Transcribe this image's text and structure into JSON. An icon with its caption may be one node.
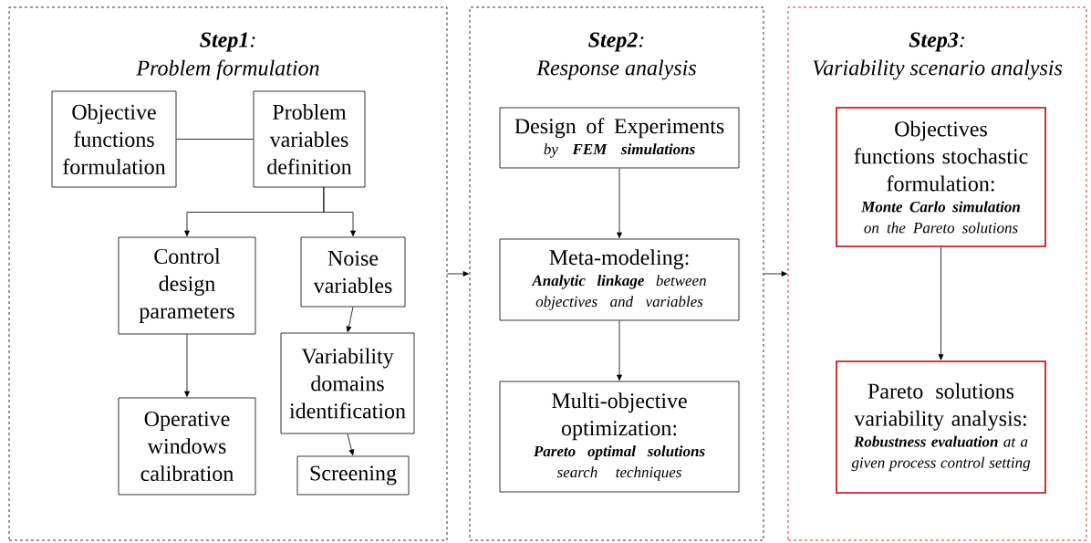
{
  "diagram": {
    "nodes": [
      {
        "text": [
          "**Step1**:",
          "Problem formulation"
        ]
      },
      {
        "text": [
          "Objective functions formulation"
        ],
        "in": 0
      },
      {
        "text": [
          "Problem variables definition"
        ],
        "in": 0
      },
      {
        "text": [
          "Control design parameters"
        ],
        "in": 0
      },
      {
        "text": [
          "Noise variables"
        ],
        "in": 0
      },
      {
        "text": [
          "Operative windows calibration"
        ],
        "in": 0
      },
      {
        "text": [
          "Variability domains identification"
        ],
        "in": 0
      },
      {
        "text": [
          "Screening"
        ],
        "in": 0
      },
      {
        "text": [
          "**Step2**:",
          "Response analysis"
        ]
      },
      {
        "text": [
          "Design of Experiments",
          "by **FEM simulations**"
        ],
        "in": 8
      },
      {
        "text": [
          "Meta-modeling:",
          "**Analytic linkage** between objectives and variables"
        ],
        "in": 8
      },
      {
        "text": [
          "Multi-objective optimization:",
          "**Pareto optimal solutions** search techniques"
        ],
        "in": 8
      },
      {
        "text": [
          "**Step3**:",
          "Variability scenario analysis"
        ]
      },
      {
        "text": [
          "Objectives functions stochastic formulation:",
          "**Monte Carlo simulation** on the Pareto solutions"
        ],
        "in": 12
      },
      {
        "text": [
          "Pareto solutions variability analysis:",
          "**Robustness evaluation** at a given process control setting"
        ],
        "in": 12
      }
    ],
    "edges": [
      {
        "from": 1,
        "to": 2,
        "arrow": "none"
      },
      {
        "from": 2,
        "to": 3,
        "arrow": "to"
      },
      {
        "from": 2,
        "to": 4,
        "arrow": "to"
      },
      {
        "from": 3,
        "to": 5,
        "arrow": "to"
      },
      {
        "from": 4,
        "to": 6,
        "arrow": "to"
      },
      {
        "from": 6,
        "to": 7,
        "arrow": "to"
      },
      {
        "from": 0,
        "to": 8,
        "arrow": "to"
      },
      {
        "from": 8,
        "to": 12,
        "arrow": "to"
      },
      {
        "from": 9,
        "to": 10,
        "arrow": "to"
      },
      {
        "from": 10,
        "to": 11,
        "arrow": "to"
      },
      {
        "from": 13,
        "to": 14,
        "arrow": "to"
      }
    ]
  }
}
